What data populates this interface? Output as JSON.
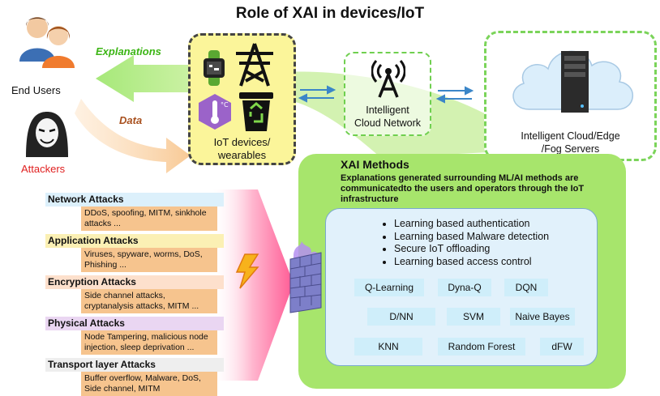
{
  "title": "Role of XAI in devices/IoT",
  "labels": {
    "end_users": "End Users",
    "attackers": "Attackers",
    "explanations": "Explanations",
    "data": "Data",
    "iot_devices_line1": "IoT devices/",
    "iot_devices_line2": "wearables",
    "cloud_network_line1": "Intelligent",
    "cloud_network_line2": "Cloud Network",
    "servers_line1": "Intelligent Cloud/Edge",
    "servers_line2": "/Fog Servers"
  },
  "xai": {
    "title": "XAI Methods",
    "description": "Explanations generated surrounding ML/AI methods are communicatedto the users and operators through the IoT infrastructure",
    "bullets": [
      "Learning based authentication",
      "Learning based Malware detection",
      "Secure IoT offloading",
      "Learning based access control"
    ],
    "algorithms": [
      "Q-Learning",
      "Dyna-Q",
      "DQN",
      "D/NN",
      "SVM",
      "Naive Bayes",
      "KNN",
      "Random Forest",
      "dFW"
    ]
  },
  "attacks": [
    {
      "title": "Network Attacks",
      "body": "DDoS, spoofing, MITM, sinkhole attacks ...",
      "color": "#dcf0fb"
    },
    {
      "title": "Application Attacks",
      "body": "Viruses, spyware, worms, DoS, Phishing ...",
      "color": "#fbf0b4"
    },
    {
      "title": "Encryption Attacks",
      "body": "Side channel attacks, cryptanalysis attacks, MITM ...",
      "color": "#fde0cc"
    },
    {
      "title": "Physical Attacks",
      "body": "Node Tampering, malicious node injection, sleep deprivation ...",
      "color": "#ead6f2"
    },
    {
      "title": "Transport layer Attacks",
      "body": "Buffer overflow, Malware, DoS, Side channel, MITM",
      "color": "#eeeeee"
    }
  ],
  "colors": {
    "iot_fill": "#fbf59a",
    "xai_green": "#a7e56c",
    "explanation_arrow": "#b3ec8a",
    "data_arrow": "#f8cf9f",
    "attack_body": "#f6c48e",
    "algo_fill": "#cfeefa"
  }
}
